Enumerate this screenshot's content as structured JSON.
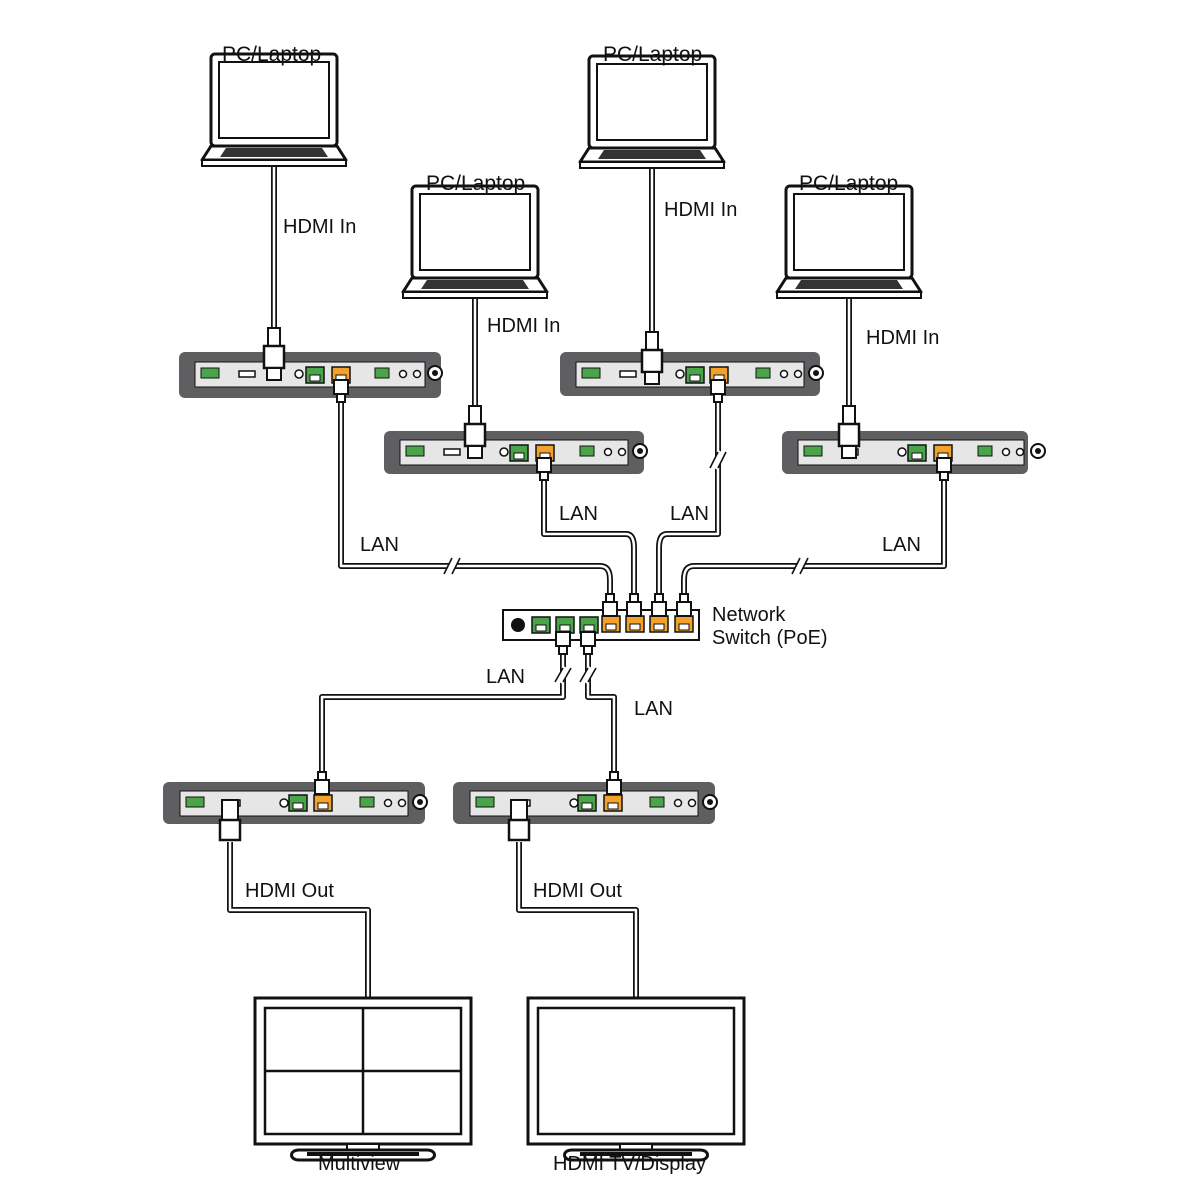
{
  "sources": [
    {
      "device": "PC/Laptop",
      "cable": "HDMI In",
      "link": "LAN"
    },
    {
      "device": "PC/Laptop",
      "cable": "HDMI In",
      "link": "LAN"
    },
    {
      "device": "PC/Laptop",
      "cable": "HDMI In",
      "link": "LAN"
    },
    {
      "device": "PC/Laptop",
      "cable": "HDMI In",
      "link": "LAN"
    }
  ],
  "switch": {
    "line1": "Network",
    "line2": "Switch (PoE)"
  },
  "outputs": [
    {
      "link": "LAN",
      "cable": "HDMI Out",
      "device": "Multiview"
    },
    {
      "link": "LAN",
      "cable": "HDMI Out",
      "device": "HDMI TV/Display"
    }
  ],
  "colors": {
    "ink": "#111111",
    "device_body": "#5f5f61",
    "panel": "#e6e6e6",
    "port_orange": "#f2a12b",
    "port_green": "#4aa54a"
  },
  "icons": [
    "laptop-icon",
    "hdmi-plug-icon",
    "rj45-plug-icon",
    "monitor-icon"
  ]
}
